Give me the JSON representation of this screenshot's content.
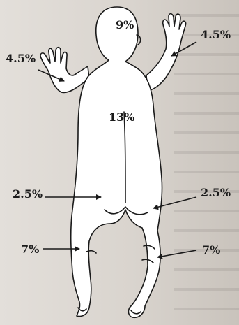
{
  "labels": {
    "head": "9%",
    "arm_right": "4.5%",
    "arm_left": "4.5%",
    "trunk": "13%",
    "buttock_left": "2.5%",
    "buttock_right": "2.5%",
    "leg_left": "7%",
    "leg_right": "7%"
  },
  "colors": {
    "ink": "#1a1a1a",
    "skin": "#ffffff",
    "paper": "#e3dfda"
  }
}
